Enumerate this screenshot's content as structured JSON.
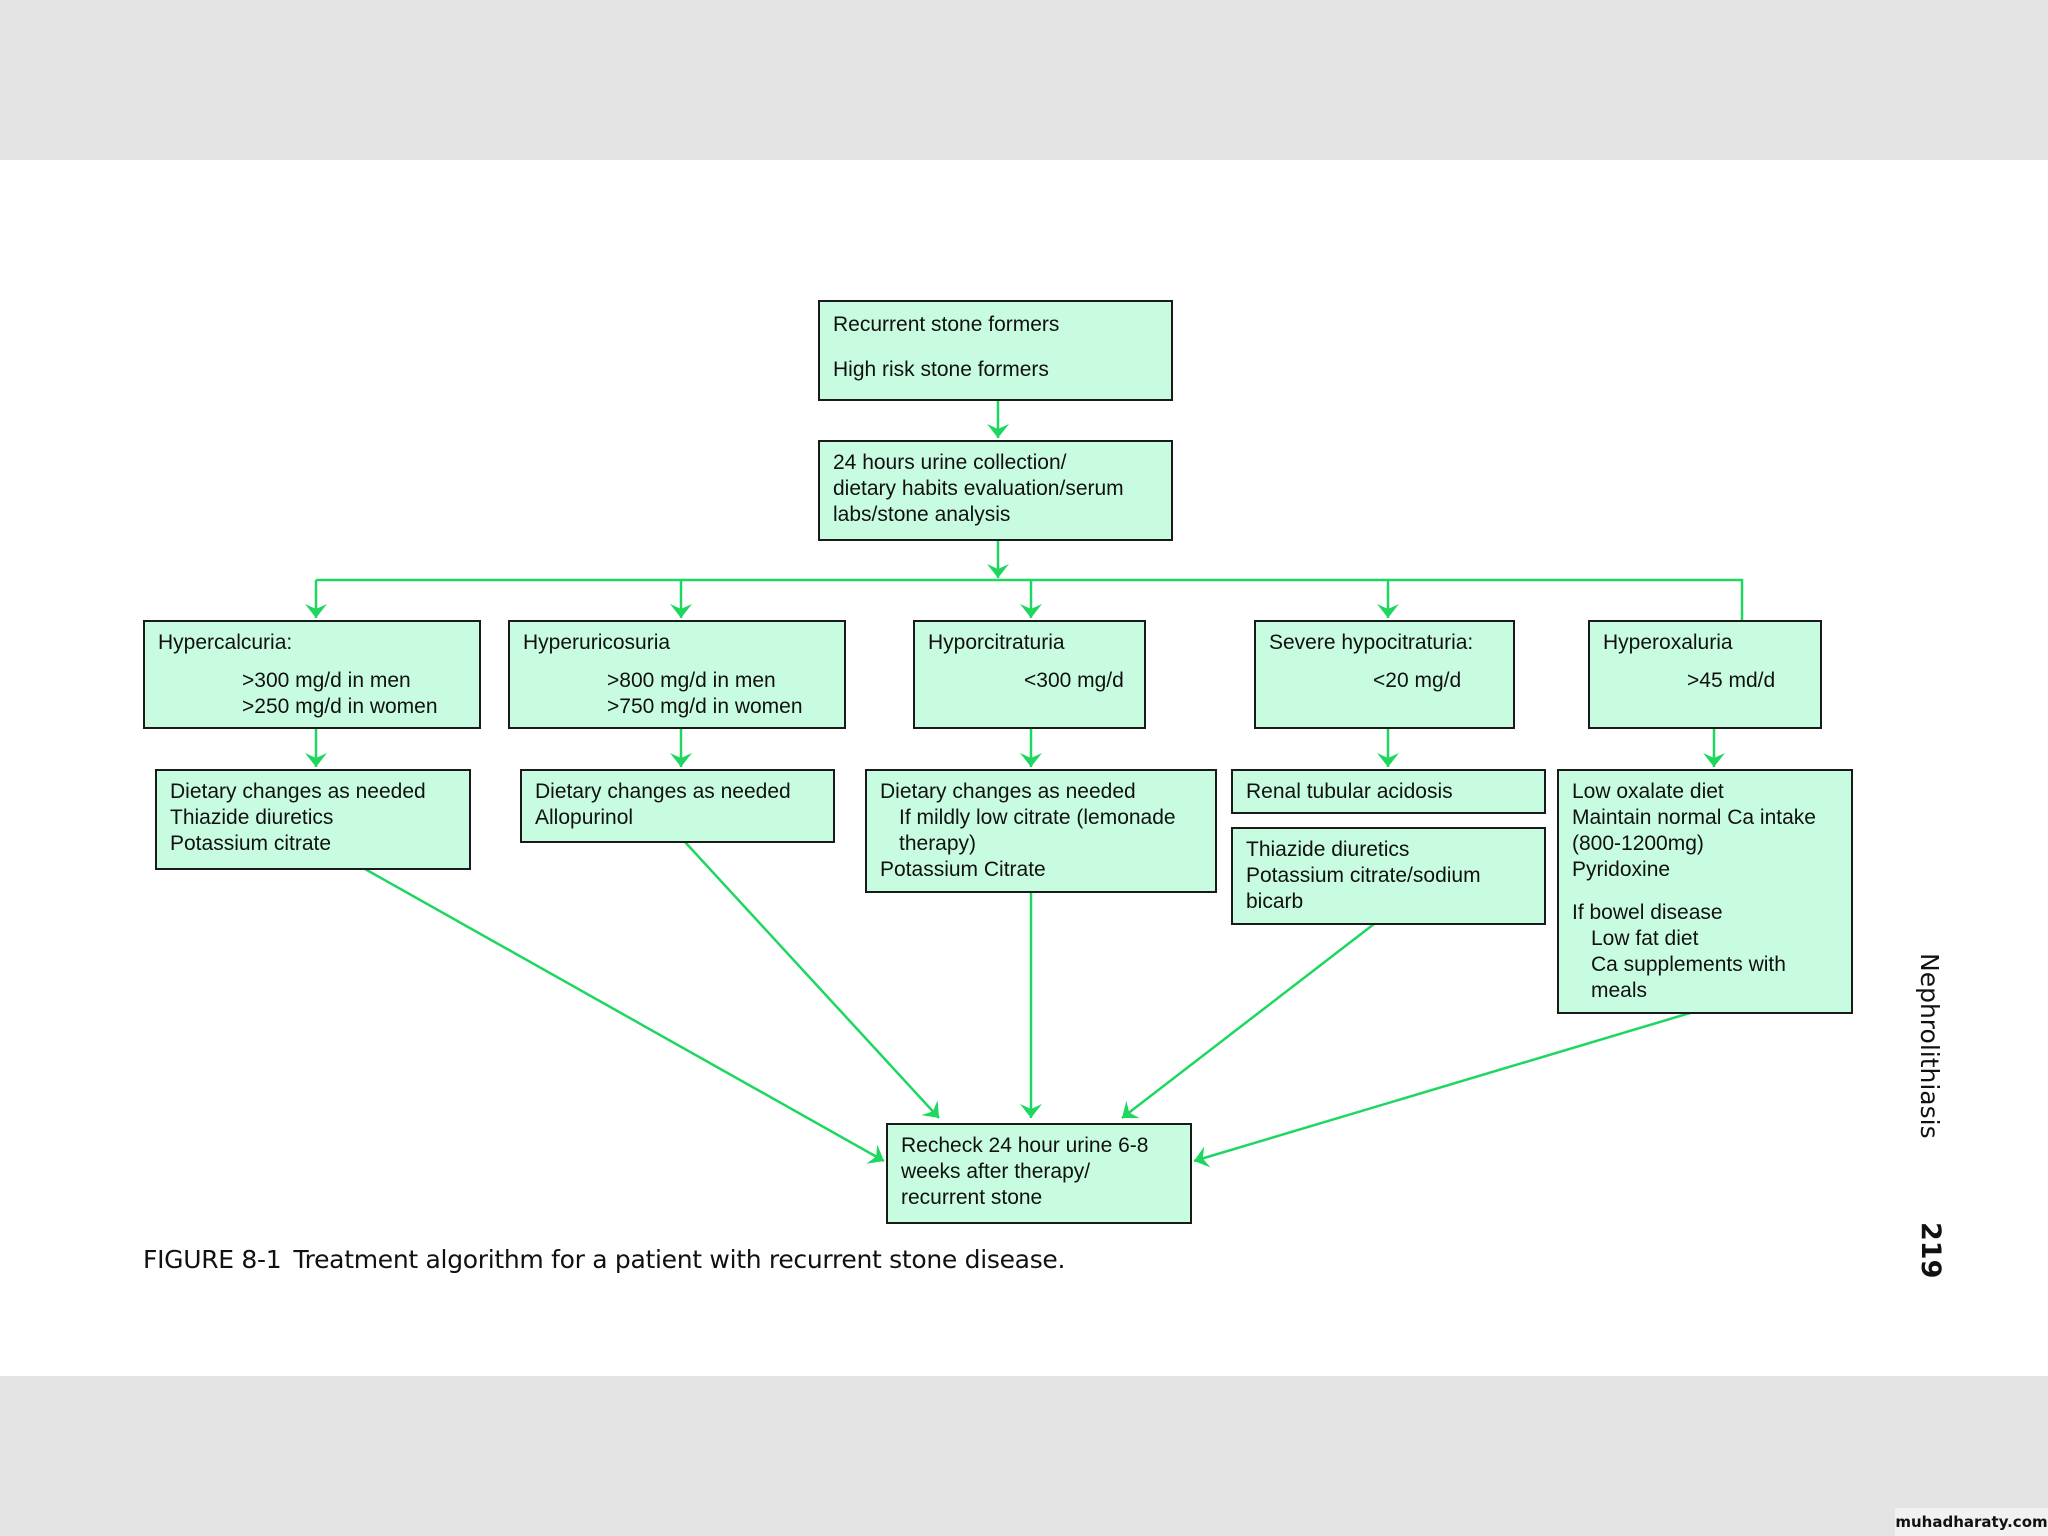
{
  "figure": {
    "caption_number": "FIGURE 8-1",
    "caption_text": "Treatment algorithm for a patient with recurrent stone disease.",
    "side_title": "Nephrolithiasis",
    "page_number": "219",
    "watermark": "muhadharaty.com",
    "colors": {
      "box_fill": "#c8fce0",
      "box_border": "#1a1a1a",
      "arrow": "#1ed760",
      "page_band": "#e4e4e4"
    }
  },
  "nodes": {
    "start": {
      "lines": [
        "Recurrent stone formers",
        "High risk stone formers"
      ]
    },
    "evaluation": {
      "lines": [
        "24 hours urine collection/",
        "dietary habits evaluation/serum",
        "labs/stone analysis"
      ]
    },
    "hypercalciuria": {
      "title": "Hypercalcuria:",
      "criteria": [
        ">300 mg/d in men",
        ">250 mg/d in women"
      ],
      "treatment": [
        "Dietary changes as needed",
        "Thiazide diuretics",
        "Potassium citrate"
      ]
    },
    "hyperuricosuria": {
      "title": "Hyperuricosuria",
      "criteria": [
        ">800 mg/d in men",
        ">750 mg/d in women"
      ],
      "treatment": [
        "Dietary changes as needed",
        "Allopurinol"
      ]
    },
    "hypocitraturia": {
      "title": "Hyporcitraturia",
      "criteria": [
        "<300 mg/d"
      ],
      "treatment": [
        "Dietary changes as needed",
        "If mildly low citrate (lemonade",
        "therapy)",
        "Potassium Citrate"
      ]
    },
    "severe_hypocitraturia": {
      "title": "Severe hypocitraturia:",
      "criteria": [
        "<20 mg/d"
      ],
      "diagnosis": "Renal tubular acidosis",
      "treatment": [
        "Thiazide diuretics",
        "Potassium citrate/sodium",
        "bicarb"
      ]
    },
    "hyperoxaluria": {
      "title": "Hyperoxaluria",
      "criteria": [
        ">45 md/d"
      ],
      "treatment": [
        "Low oxalate diet",
        "Maintain normal Ca intake",
        "(800-1200mg)",
        "Pyridoxine"
      ],
      "bowel_title": "If bowel disease",
      "bowel_treatment": [
        "Low fat diet",
        "Ca supplements with",
        "meals"
      ]
    },
    "recheck": {
      "lines": [
        "Recheck 24 hour urine 6-8",
        "weeks after therapy/",
        "recurrent stone"
      ]
    }
  }
}
